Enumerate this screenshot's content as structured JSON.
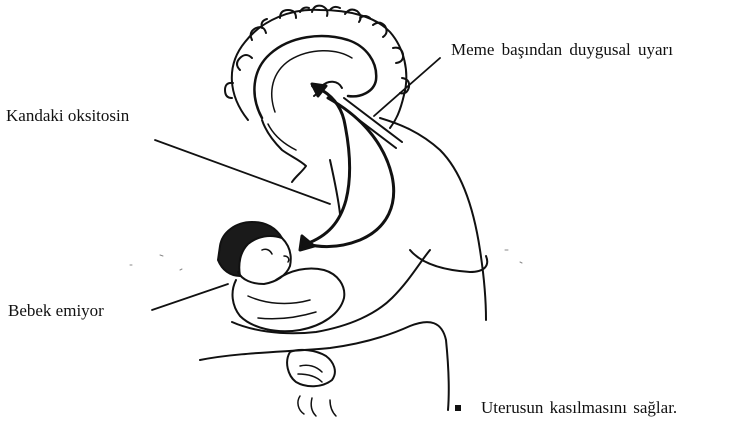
{
  "labels": {
    "blood_oxytocin": "Kandaki oksitosin",
    "nipple_stimulus": "Meme başından duygusal uyarı",
    "baby_suckling": "Bebek emiyor"
  },
  "bullet": {
    "text": "Uterusun kasılmasını sağlar."
  }
}
